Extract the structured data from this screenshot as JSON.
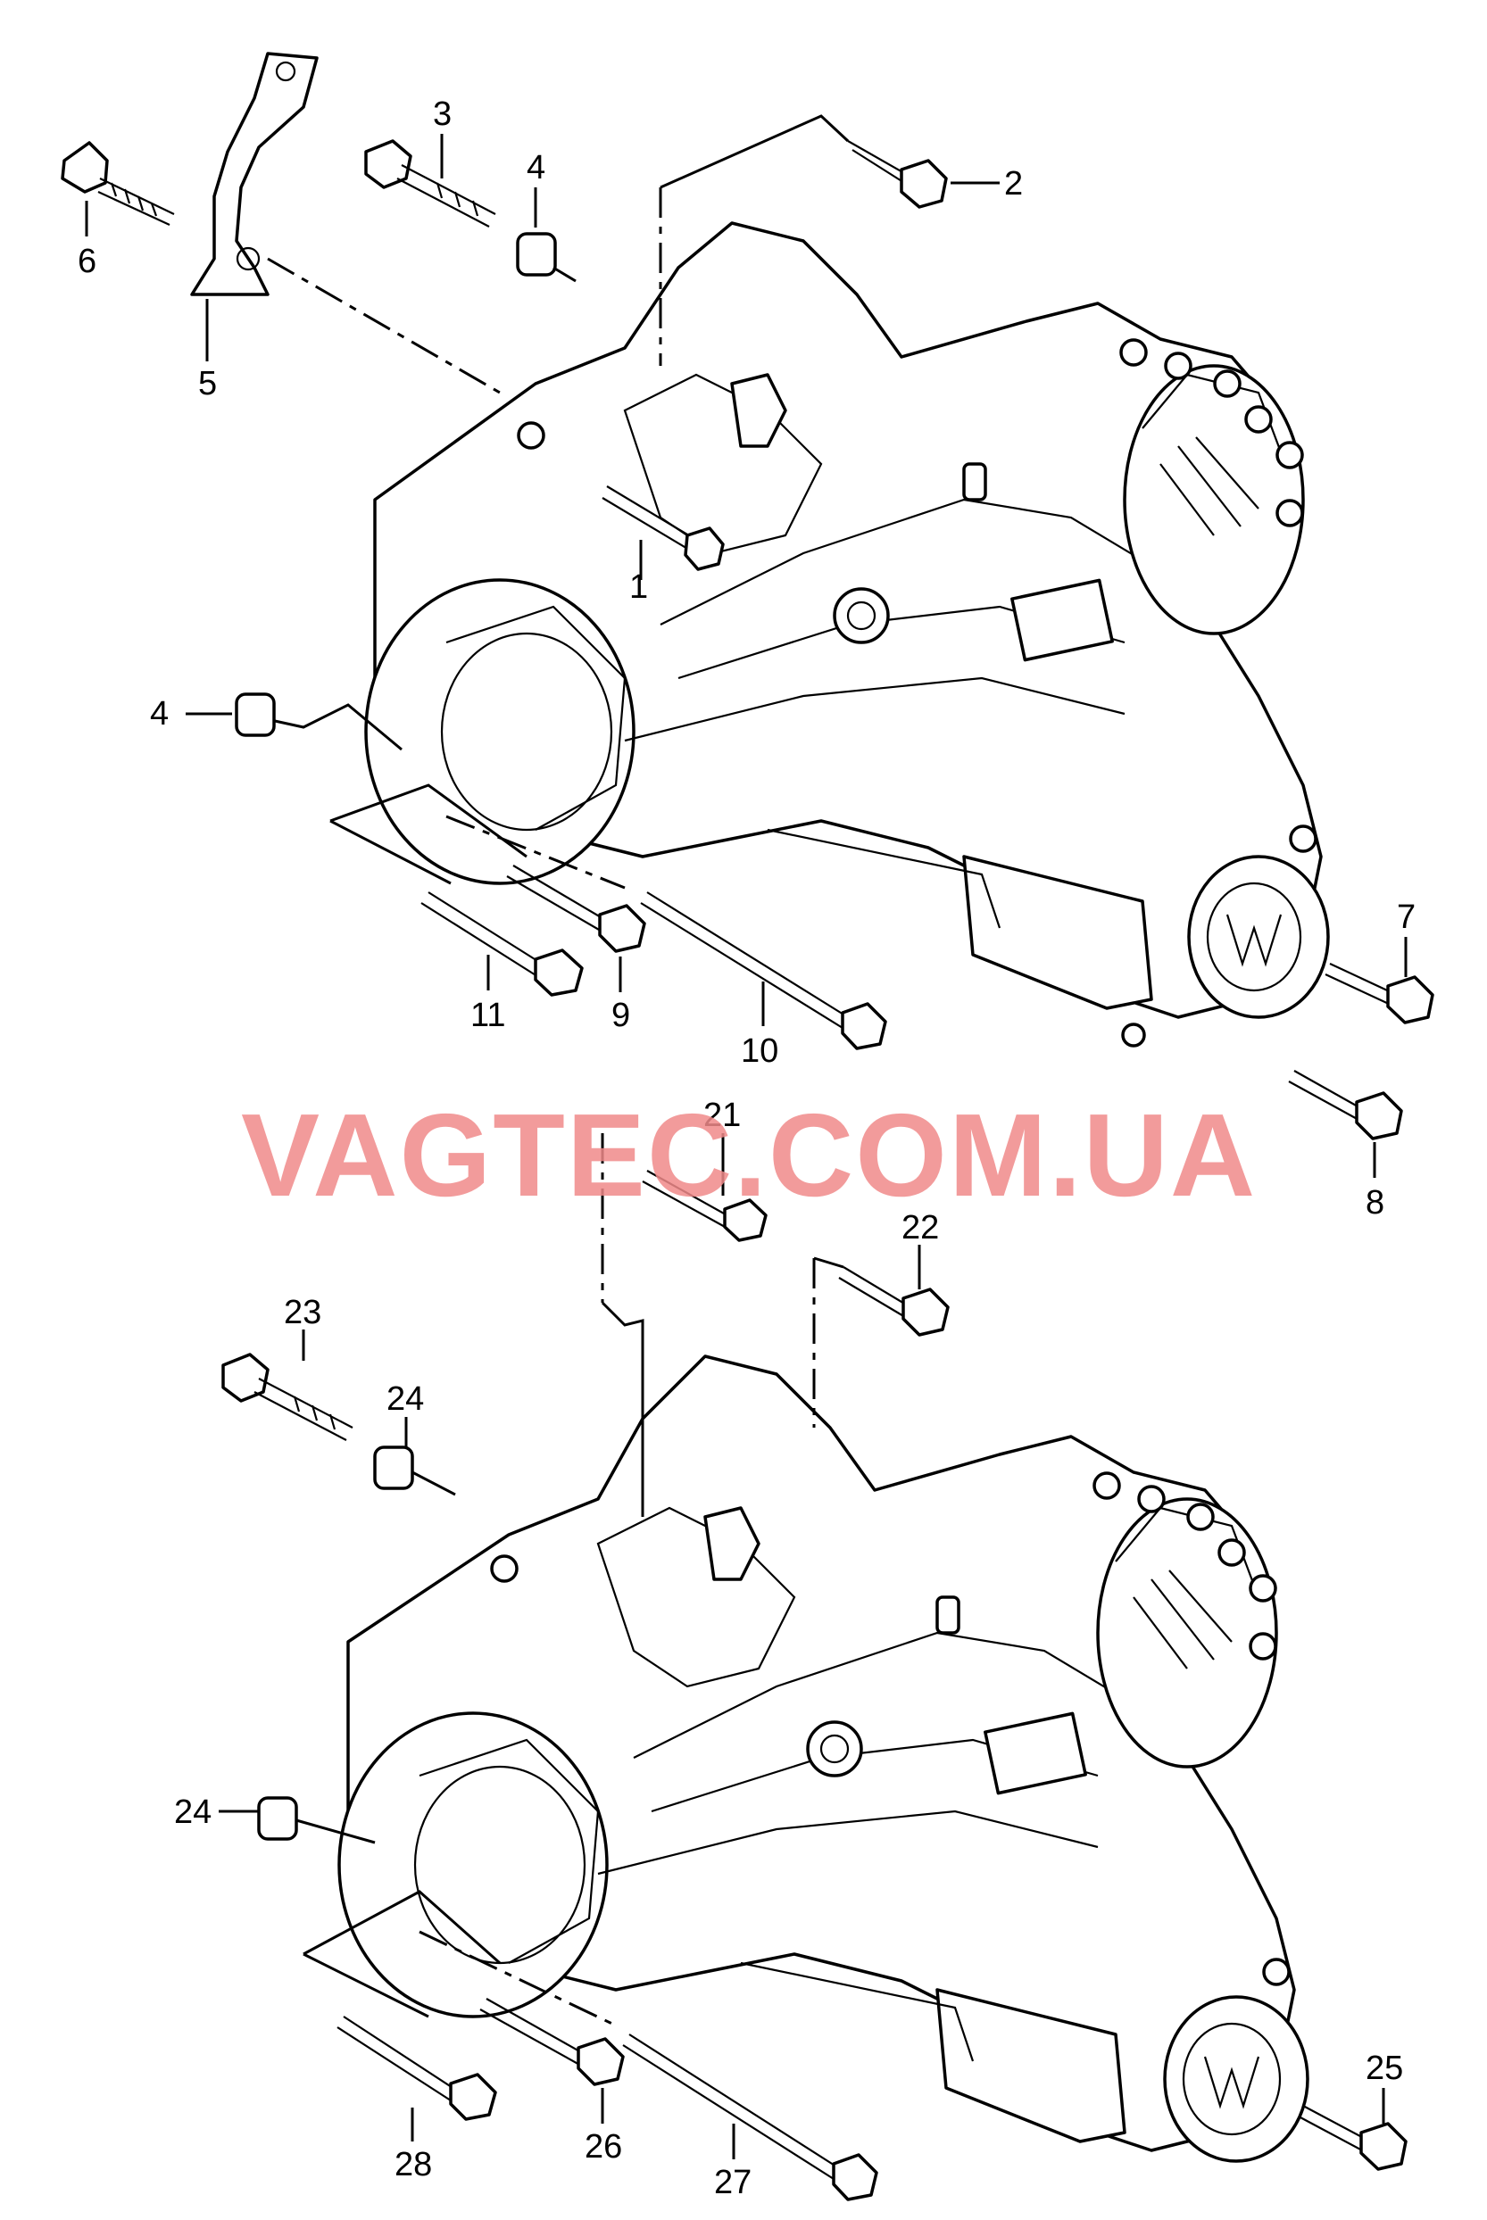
{
  "watermark": "VAGTEC.COM.UA",
  "callouts": {
    "top": [
      "1",
      "2",
      "3",
      "4",
      "4",
      "5",
      "6",
      "7",
      "8",
      "9",
      "10",
      "11"
    ],
    "bottom": [
      "21",
      "22",
      "23",
      "24",
      "24",
      "25",
      "26",
      "27",
      "28"
    ]
  }
}
